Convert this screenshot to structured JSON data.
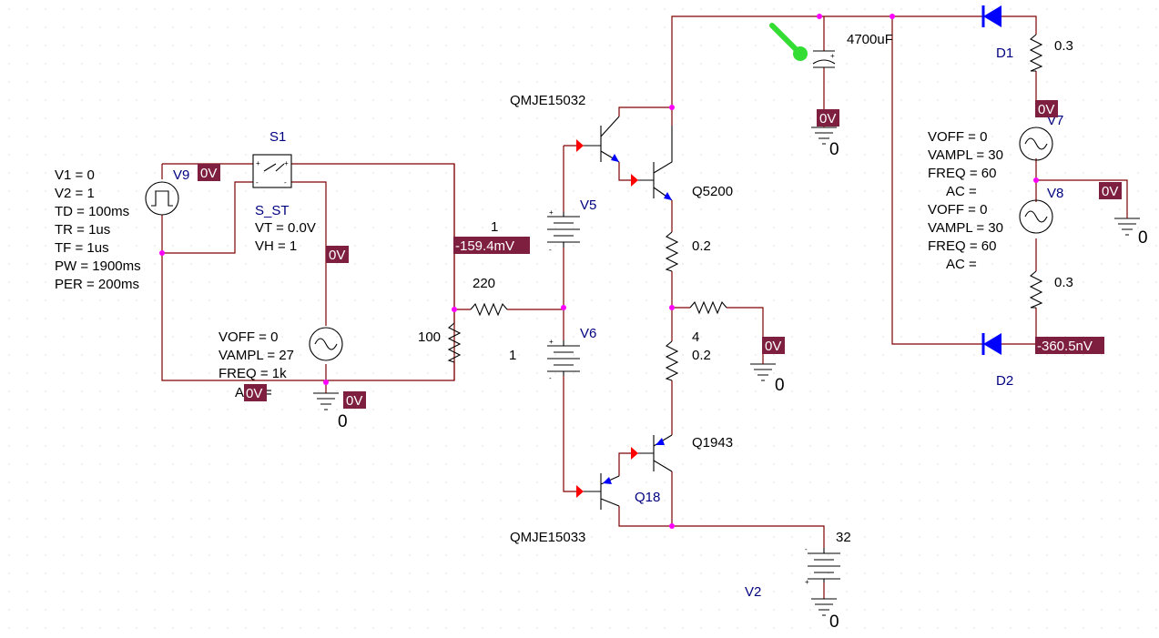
{
  "switch": {
    "name": "S1",
    "model": "S_ST",
    "vt": "VT = 0.0V",
    "vh": "VH = 1"
  },
  "v9": {
    "name": "V9",
    "params": [
      "V1 = 0",
      "V2 = 1",
      "TD = 100ms",
      "TR = 1us",
      "TF = 1us",
      "PW = 1900ms",
      "PER = 200ms"
    ]
  },
  "vsin_left": {
    "params": [
      "VOFF = 0",
      "VAMPL = 27",
      "FREQ = 1k"
    ],
    "ac_prefix": "A",
    "ac_suffix": "="
  },
  "v7": {
    "name": "V7",
    "params": [
      "VOFF = 0",
      "VAMPL = 30",
      "FREQ = 60",
      "AC ="
    ]
  },
  "v8": {
    "name": "V8",
    "params": [
      "VOFF = 0",
      "VAMPL = 30",
      "FREQ = 60",
      "AC ="
    ]
  },
  "v5": {
    "name": "V5",
    "value": "1"
  },
  "v6": {
    "name": "V6",
    "value": "1"
  },
  "v2": {
    "name": "V2",
    "value": "32"
  },
  "transistors": {
    "qmje15032": "QMJE15032",
    "q5200": "Q5200",
    "q1943": "Q1943",
    "q18": "Q18",
    "qmje15033": "QMJE15033"
  },
  "resistors": {
    "r220": "220",
    "r100": "100",
    "r_top": "0.2",
    "r_out": "4",
    "r_bot": "0.2",
    "r_d1": "0.3",
    "r_d2": "0.3"
  },
  "capacitor": {
    "value": "4700uF"
  },
  "diodes": {
    "d1": "D1",
    "d2": "D2"
  },
  "grounds": {
    "zero": "0"
  },
  "probes": {
    "v9_out": "0V",
    "switch_node": "0V",
    "ground_left": "0V",
    "ac_src": "0V",
    "neg_node": "-159.4mV",
    "cap_node": "0V",
    "output_node": "0V",
    "v7_top": "0V",
    "mid_right": "0V",
    "d2_node": "-360.5nV"
  },
  "colors": {
    "wire": "#800000",
    "junction": "#ff00ff",
    "probe_bg": "#7f1f3f",
    "probe_text": "#ffffff",
    "part_name": "#000080",
    "npn_arrow": "#0000ff",
    "pin_arrow": "#ff0000",
    "diode_fill": "#0000ff",
    "cursor": "#33dd33"
  }
}
